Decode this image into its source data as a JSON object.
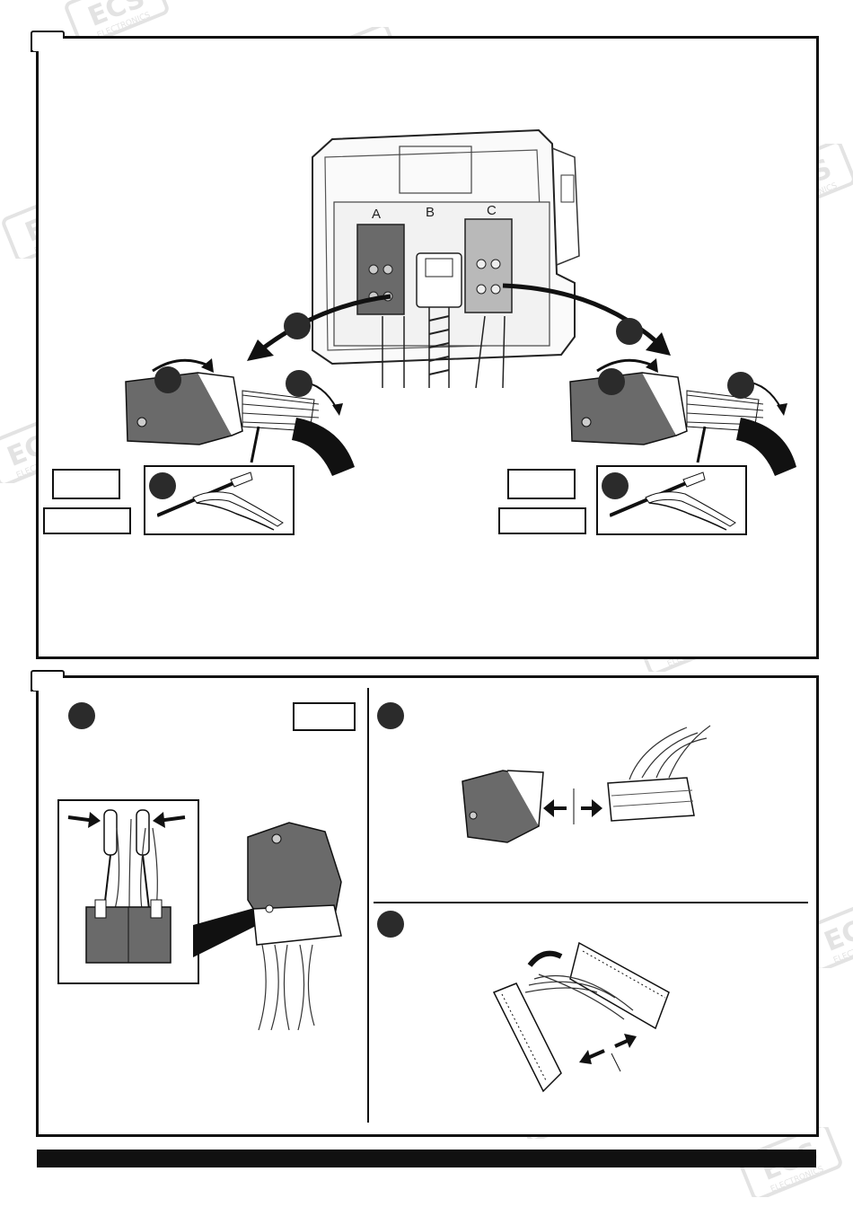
{
  "connectors": {
    "a": "A",
    "b": "B",
    "c": "C"
  },
  "watermark": {
    "brand": "ECS",
    "sub": "ELECTRONICS"
  },
  "colors": {
    "ink": "#111111",
    "connector_dark": "#6a6a6a",
    "connector_light": "#b9b9b9",
    "badge": "#2b2b2b",
    "footer": "#111111"
  },
  "icons": [
    "arrow-icon",
    "cable-tie-pliers-icon",
    "screwdriver-icon",
    "connector-icon",
    "ecu-icon"
  ]
}
